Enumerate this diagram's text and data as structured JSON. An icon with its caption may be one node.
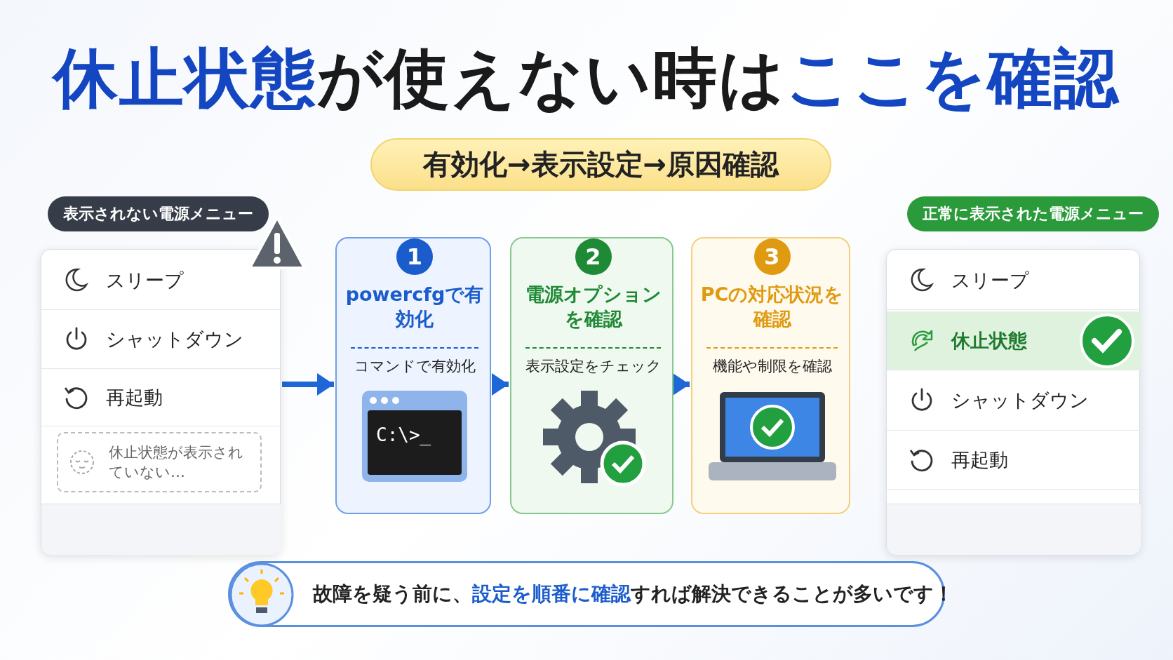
{
  "diagram": {
    "title": "休止状態が使えない時はここを確認",
    "nodes": [
      {
        "text": [
          "有効化→表示設定→原因確認"
        ]
      },
      {
        "text": [
          "表示されない電源メニュー"
        ]
      },
      {
        "text": [
          "スリープ"
        ],
        "in": 1
      },
      {
        "text": [
          "シャットダウン"
        ],
        "in": 1
      },
      {
        "text": [
          "再起動"
        ],
        "in": 1
      },
      {
        "text": [
          "休止状態が表示されていない…"
        ],
        "in": 1
      },
      {
        "text": [],
        "shape": "bar",
        "in": 1
      },
      {
        "text": [
          "1",
          "powercfgで有効化",
          "コマンドで有効化"
        ]
      },
      {
        "text": [
          "2",
          "電源オプションを確認",
          "表示設定をチェック"
        ]
      },
      {
        "text": [
          "3",
          "PCの対応状況を確認",
          "機能や制限を確認"
        ]
      },
      {
        "text": [
          "正常に表示された電源メニュー"
        ]
      },
      {
        "text": [
          "スリープ"
        ],
        "in": 10
      },
      {
        "text": [
          "休止状態"
        ],
        "in": 10
      },
      {
        "text": [
          "シャットダウン"
        ],
        "in": 10
      },
      {
        "text": [
          "再起動"
        ],
        "in": 10
      },
      {
        "text": [],
        "shape": "bar",
        "in": 10
      },
      {
        "text": [
          "故障を疑う前に、**設定を順番に確認**すれば解決できることが多いです！"
        ]
      }
    ],
    "edges": [
      {
        "from": 1,
        "to": 7,
        "arrow": "to"
      },
      {
        "from": 7,
        "to": 8,
        "arrow": "to"
      },
      {
        "from": 8,
        "to": 9,
        "arrow": "to"
      }
    ],
    "labels": [
      "C:\\>_"
    ]
  }
}
